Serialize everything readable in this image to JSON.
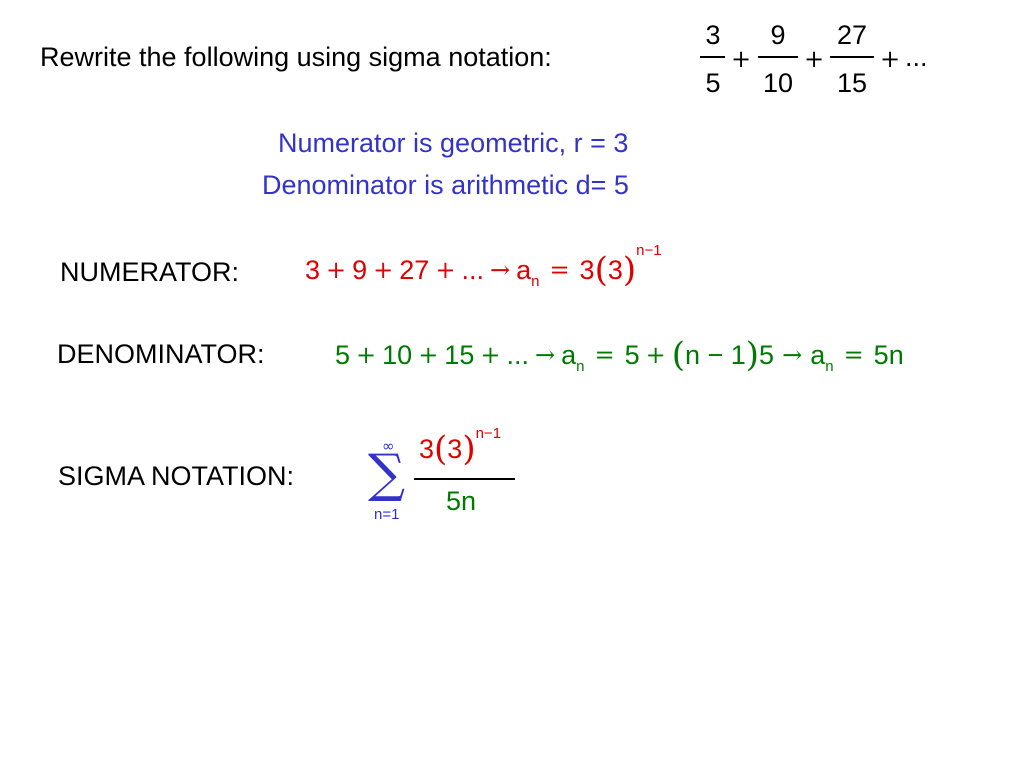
{
  "colors": {
    "black": "#000000",
    "blue": "#3333cc",
    "red": "#e00000",
    "green": "#007a00"
  },
  "prompt": {
    "text": "Rewrite the following using sigma notation:",
    "series": {
      "numerators": [
        "3",
        "9",
        "27"
      ],
      "denominators": [
        "5",
        "10",
        "15"
      ],
      "plus": "+",
      "ellipsis": "..."
    }
  },
  "notes": {
    "line1": "Numerator is geometric, r = 3",
    "line2": "Denominator is arithmetic d= 5"
  },
  "numerator_row": {
    "label": "NUMERATOR:",
    "terms": [
      "3",
      "9",
      "27",
      "..."
    ],
    "plus": "+",
    "arrow": "→",
    "a": "a",
    "n": "n",
    "eq": "=",
    "coef": "3",
    "lparen": "(",
    "base": "3",
    "rparen": ")",
    "exp": "n−1"
  },
  "denominator_row": {
    "label": "DENOMINATOR:",
    "terms": [
      "5",
      "10",
      "15",
      "..."
    ],
    "plus": "+",
    "arrow": "→",
    "a": "a",
    "n": "n",
    "eq": "=",
    "first": "5",
    "lparen": "(",
    "nminus1": "n − 1",
    "rparen": ")",
    "d": "5",
    "result": "5n"
  },
  "sigma_row": {
    "label": "SIGMA NOTATION:",
    "sigma": "∑",
    "upper": "∞",
    "lower": "n=1",
    "num_coef": "3",
    "num_lparen": "(",
    "num_base": "3",
    "num_rparen": ")",
    "num_exp": "n−1",
    "den": "5n"
  }
}
